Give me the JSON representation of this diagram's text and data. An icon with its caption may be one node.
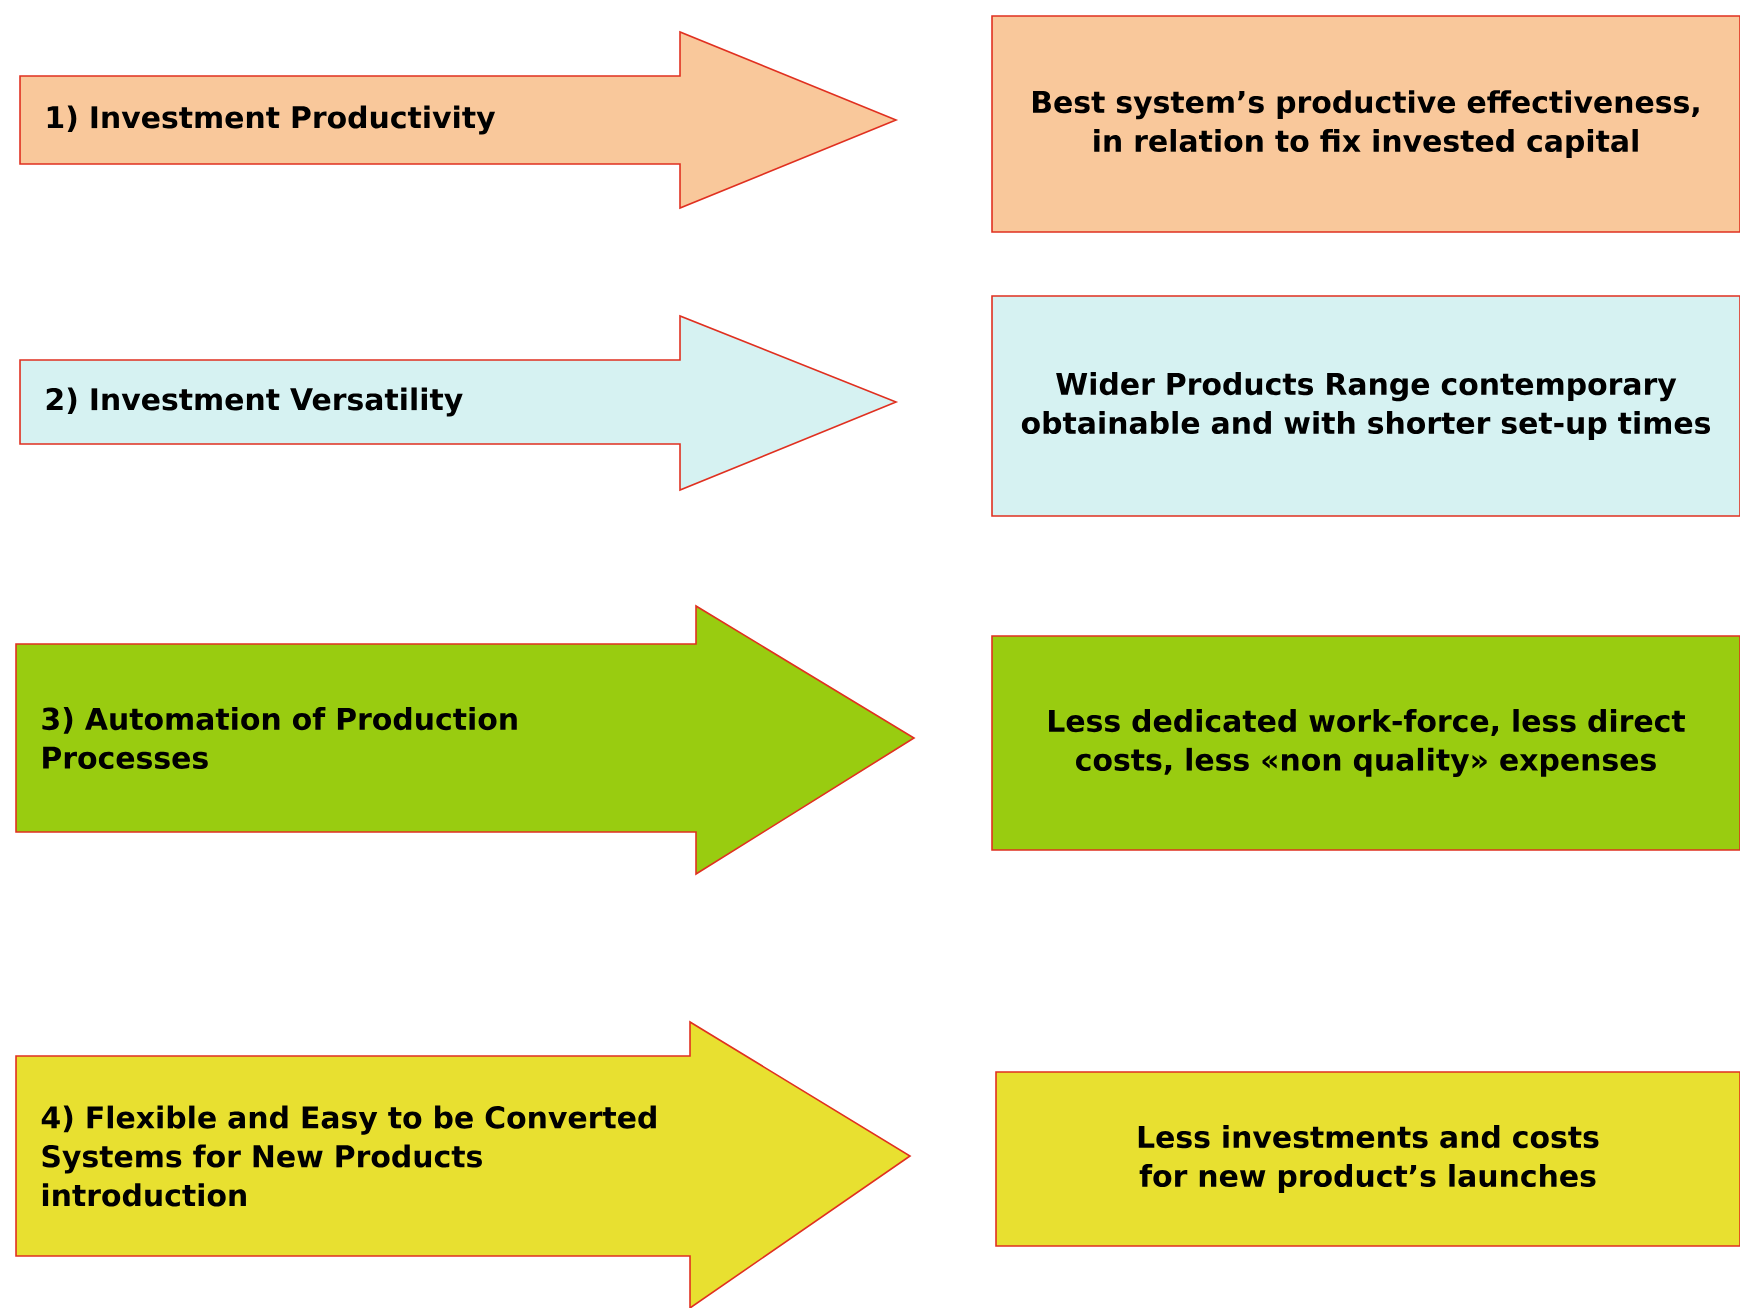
{
  "diagram": {
    "nodes": [
      {
        "text": [
          "1) Investment Productivity"
        ]
      },
      {
        "text": [
          "Best system’s productive effectiveness, in relation to fix invested capital"
        ]
      },
      {
        "text": [
          "2) Investment Versatility"
        ]
      },
      {
        "text": [
          "Wider Products Range contemporary obtainable and with shorter set-up times"
        ]
      },
      {
        "text": [
          "3) Automation of Production Processes"
        ]
      },
      {
        "text": [
          "Less dedicated work-force, less direct costs, less «non quality» expenses"
        ]
      },
      {
        "text": [
          "4) Flexible and Easy to be Converted Systems for New Products introduction"
        ]
      },
      {
        "text": [
          "Less investments and costs for new product’s launches"
        ]
      }
    ]
  }
}
